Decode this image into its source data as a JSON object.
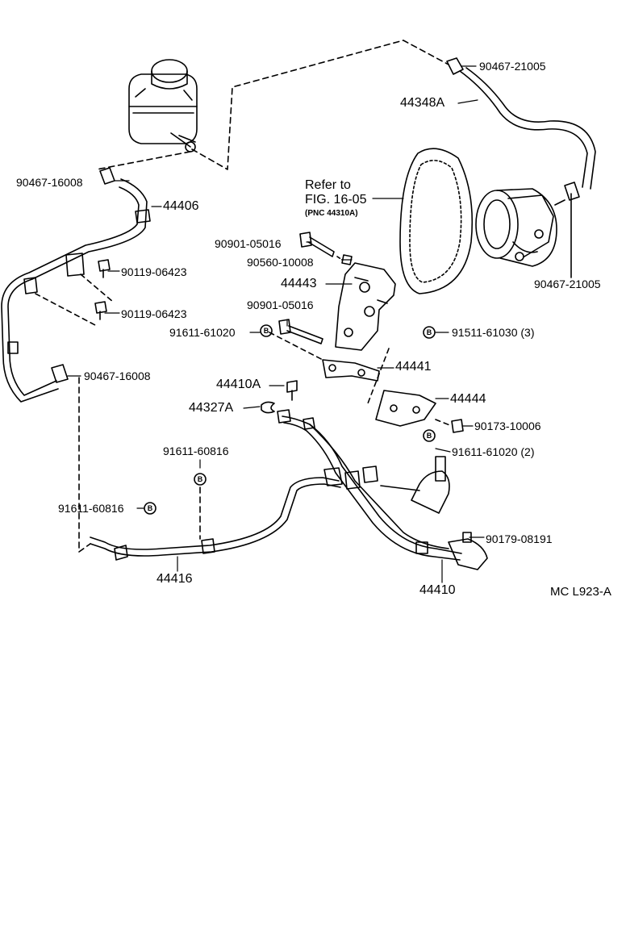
{
  "labels": {
    "p90467_21005_top": "90467-21005",
    "p44348A": "44348A",
    "refer_line1": "Refer to",
    "refer_line2": "FIG. 16-05",
    "refer_line3": "(PNC 44310A)",
    "p90467_16008_a": "90467-16008",
    "p44406": "44406",
    "p90901_05016_a": "90901-05016",
    "p90467_21005_right": "90467-21005",
    "p90560_10008": "90560-10008",
    "p90119_06423_a": "90119-06423",
    "p44443": "44443",
    "p90119_06423_b": "90119-06423",
    "p90901_05016_b": "90901-05016",
    "p91611_61020_a": "91611-61020",
    "p91511_61030": "91511-61030 (3)",
    "p44441": "44441",
    "p90467_16008_b": "90467-16008",
    "p44410A": "44410A",
    "p44444": "44444",
    "p44327A": "44327A",
    "p90173_10006": "90173-10006",
    "p91611_61020_b": "91611-61020 (2)",
    "p91611_60816_a": "91611-60816",
    "p91611_60816_b": "91611-60816",
    "p90179_08191": "90179-08191",
    "p44416": "44416",
    "p44410": "44410",
    "code": "MC L923-A",
    "b_marker": "B"
  }
}
